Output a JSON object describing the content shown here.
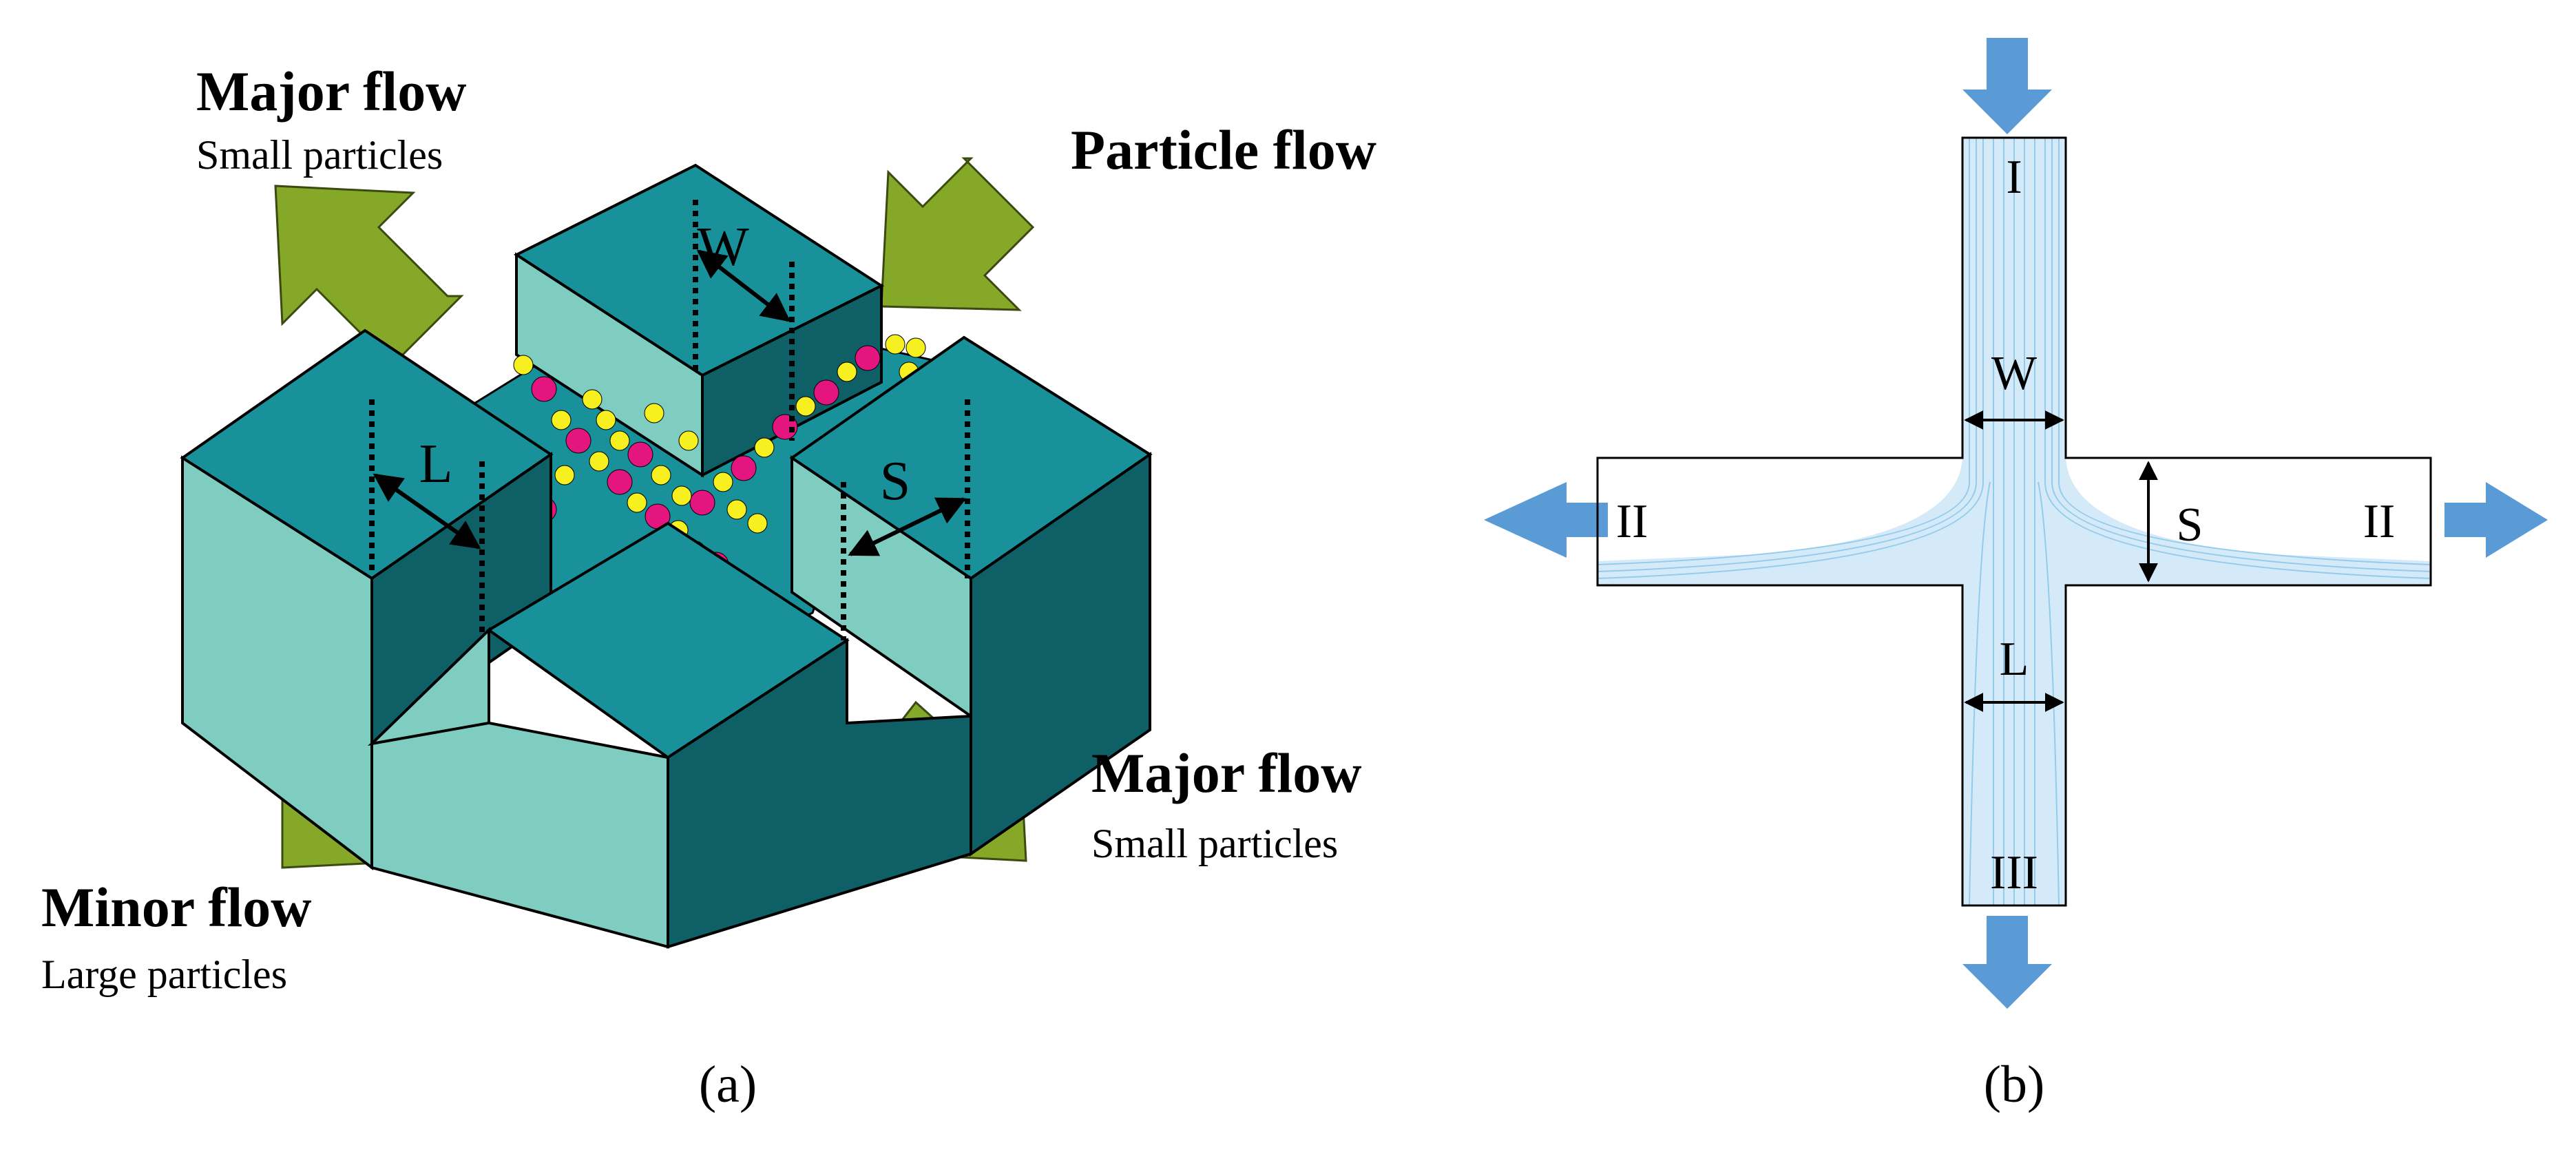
{
  "panel_a": {
    "caption": "(a)",
    "labels": {
      "major_flow_top_title": "Major flow",
      "major_flow_top_sub": "Small particles",
      "particle_flow": "Particle flow",
      "major_flow_right_title": "Major flow",
      "major_flow_right_sub": "Small particles",
      "minor_flow_title": "Minor flow",
      "minor_flow_sub": "Large particles",
      "dim_w": "W",
      "dim_l": "L",
      "dim_s": "S"
    }
  },
  "panel_b": {
    "caption": "(b)",
    "labels": {
      "region_1": "I",
      "region_2_left": "II",
      "region_2_right": "II",
      "region_3": "III",
      "dim_w": "W",
      "dim_s": "S",
      "dim_l": "L"
    }
  },
  "colors": {
    "block_top": "#18919a",
    "block_left": "#7fcdc0",
    "block_right": "#0e5f66",
    "channel_floor": "#18919a",
    "arrow_green": "#86a828",
    "arrow_blue": "#5b9bd5",
    "small_particle": "#f6f020",
    "large_particle": "#e5157f",
    "stream_fill": "#cfe8f7",
    "stream_line": "#8ec8ea"
  }
}
